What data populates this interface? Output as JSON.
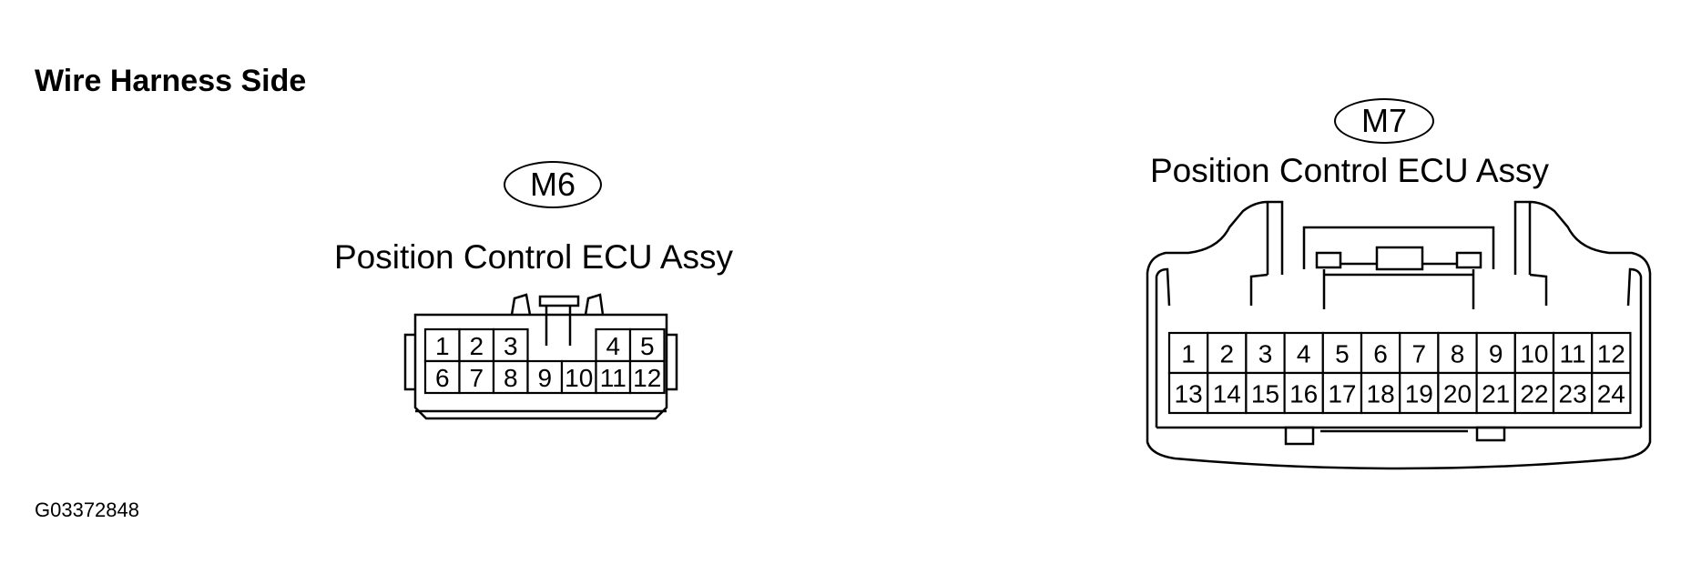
{
  "heading": "Wire Harness Side",
  "figure_id": "G03372848",
  "connectors": [
    {
      "code": "M6",
      "name": "Position Control ECU Assy",
      "rows": [
        [
          "1",
          "2",
          "3",
          "",
          "",
          "4",
          "5"
        ],
        [
          "6",
          "7",
          "8",
          "9",
          "10",
          "11",
          "12"
        ]
      ]
    },
    {
      "code": "M7",
      "name": "Position Control ECU Assy",
      "rows": [
        [
          "1",
          "2",
          "3",
          "4",
          "5",
          "6",
          "7",
          "8",
          "9",
          "10",
          "11",
          "12"
        ],
        [
          "13",
          "14",
          "15",
          "16",
          "17",
          "18",
          "19",
          "20",
          "21",
          "22",
          "23",
          "24"
        ]
      ]
    }
  ]
}
